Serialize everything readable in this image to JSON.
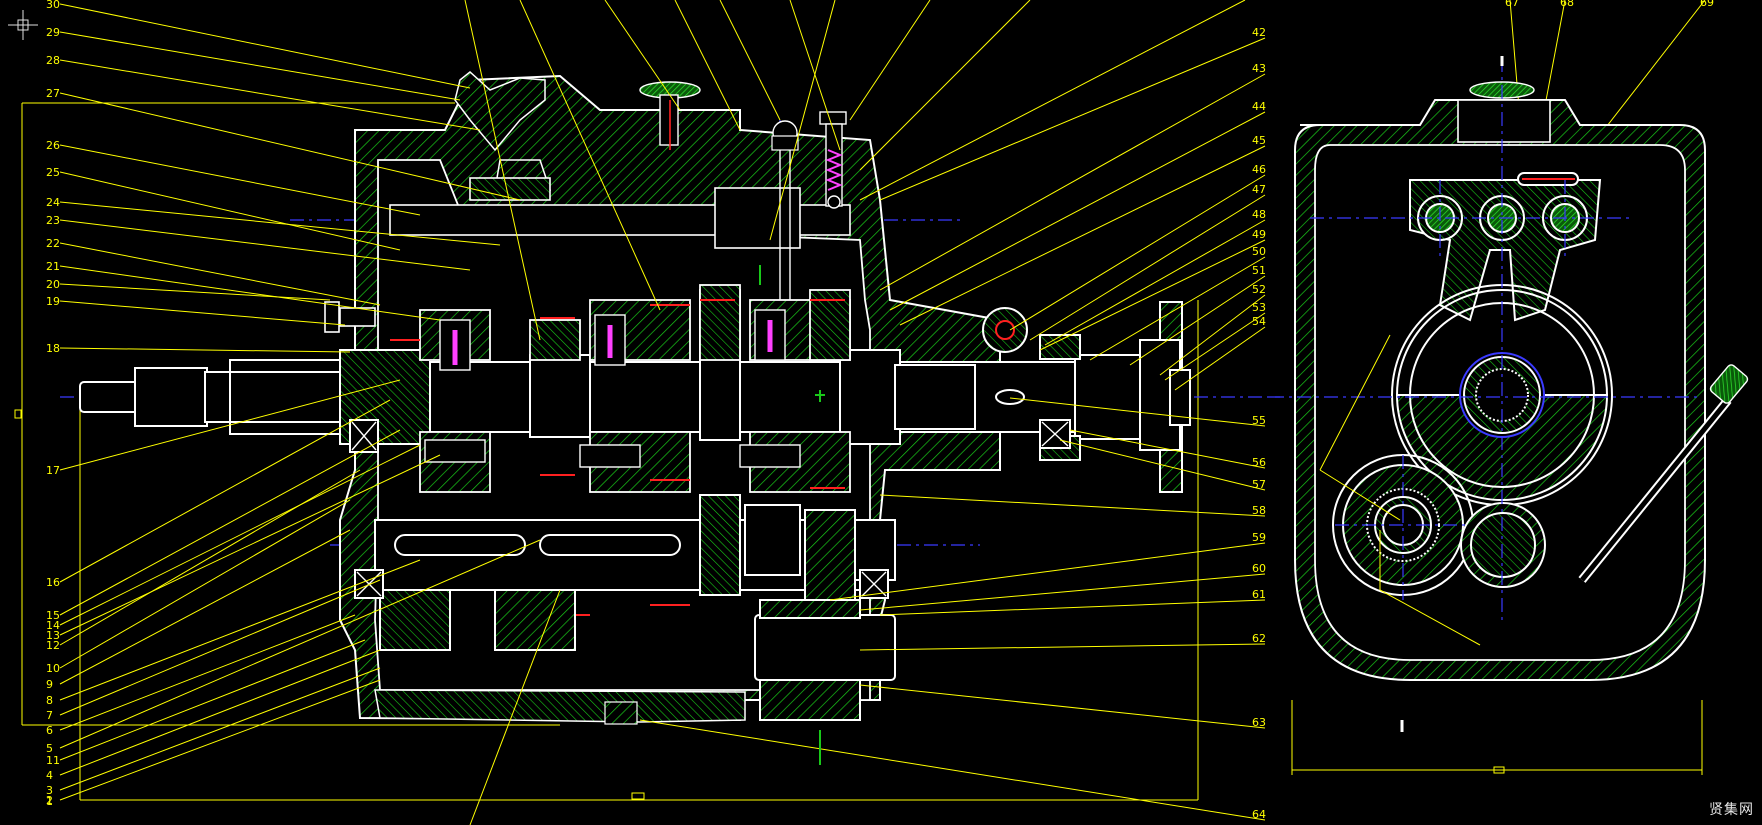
{
  "drawing": {
    "left_labels": [
      "30",
      "29",
      "28",
      "27",
      "26",
      "25",
      "24",
      "23",
      "22",
      "21",
      "20",
      "19",
      "18",
      "17",
      "16",
      "15",
      "14",
      "13",
      "12",
      "10",
      "9",
      "8",
      "7",
      "6",
      "5",
      "11",
      "4",
      "3",
      "2",
      "1"
    ],
    "right_labels": [
      "42",
      "43",
      "44",
      "45",
      "46",
      "47",
      "48",
      "49",
      "50",
      "51",
      "52",
      "53",
      "54",
      "55",
      "56",
      "57",
      "58",
      "59",
      "60",
      "61",
      "62",
      "63",
      "64"
    ],
    "side_labels": [
      "67",
      "68",
      "69"
    ]
  },
  "watermark": "贤集网",
  "colors": {
    "background": "#000000",
    "outline": "#ffffff",
    "hatch": "#19c919",
    "leader": "#ffff00",
    "centerline": "#3a3aff",
    "red": "#ff2020",
    "magenta": "#ff40ff"
  },
  "icons": [
    "crosshair-cursor-icon"
  ]
}
